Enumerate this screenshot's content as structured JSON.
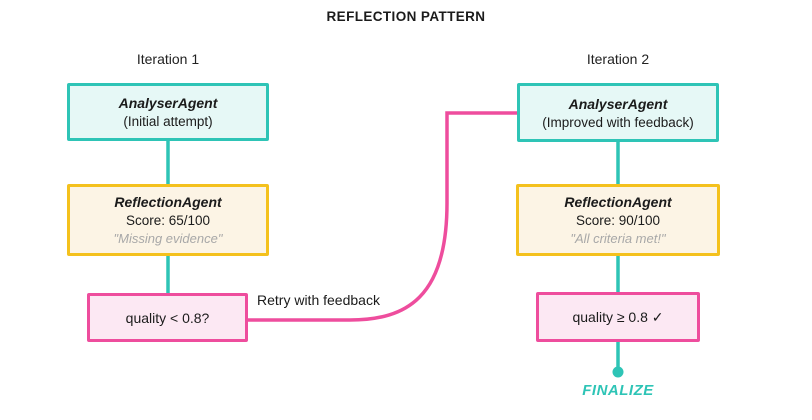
{
  "title": "REFLECTION PATTERN",
  "colors": {
    "teal": "#2ec4b6",
    "teal-bg": "#e6f8f6",
    "yellow": "#f4c11d",
    "yellow-bg": "#fcf4e5",
    "pink": "#ee4d9d",
    "pink-bg": "#fce8f3",
    "text": "#1b1b1b",
    "muted": "#a8a8a8"
  },
  "iteration1": {
    "label": "Iteration 1",
    "analyser": {
      "title": "AnalyserAgent",
      "subtitle": "(Initial attempt)"
    },
    "reflection": {
      "title": "ReflectionAgent",
      "score": "Score: 65/100",
      "quote": "\"Missing evidence\""
    },
    "decision": {
      "label": "quality < 0.8?"
    }
  },
  "iteration2": {
    "label": "Iteration 2",
    "analyser": {
      "title": "AnalyserAgent",
      "subtitle": "(Improved with feedback)"
    },
    "reflection": {
      "title": "ReflectionAgent",
      "score": "Score: 90/100",
      "quote": "\"All criteria met!\""
    },
    "decision": {
      "label": "quality ≥ 0.8 ✓"
    }
  },
  "retry_label": "Retry with feedback",
  "finalize_label": "FINALIZE"
}
